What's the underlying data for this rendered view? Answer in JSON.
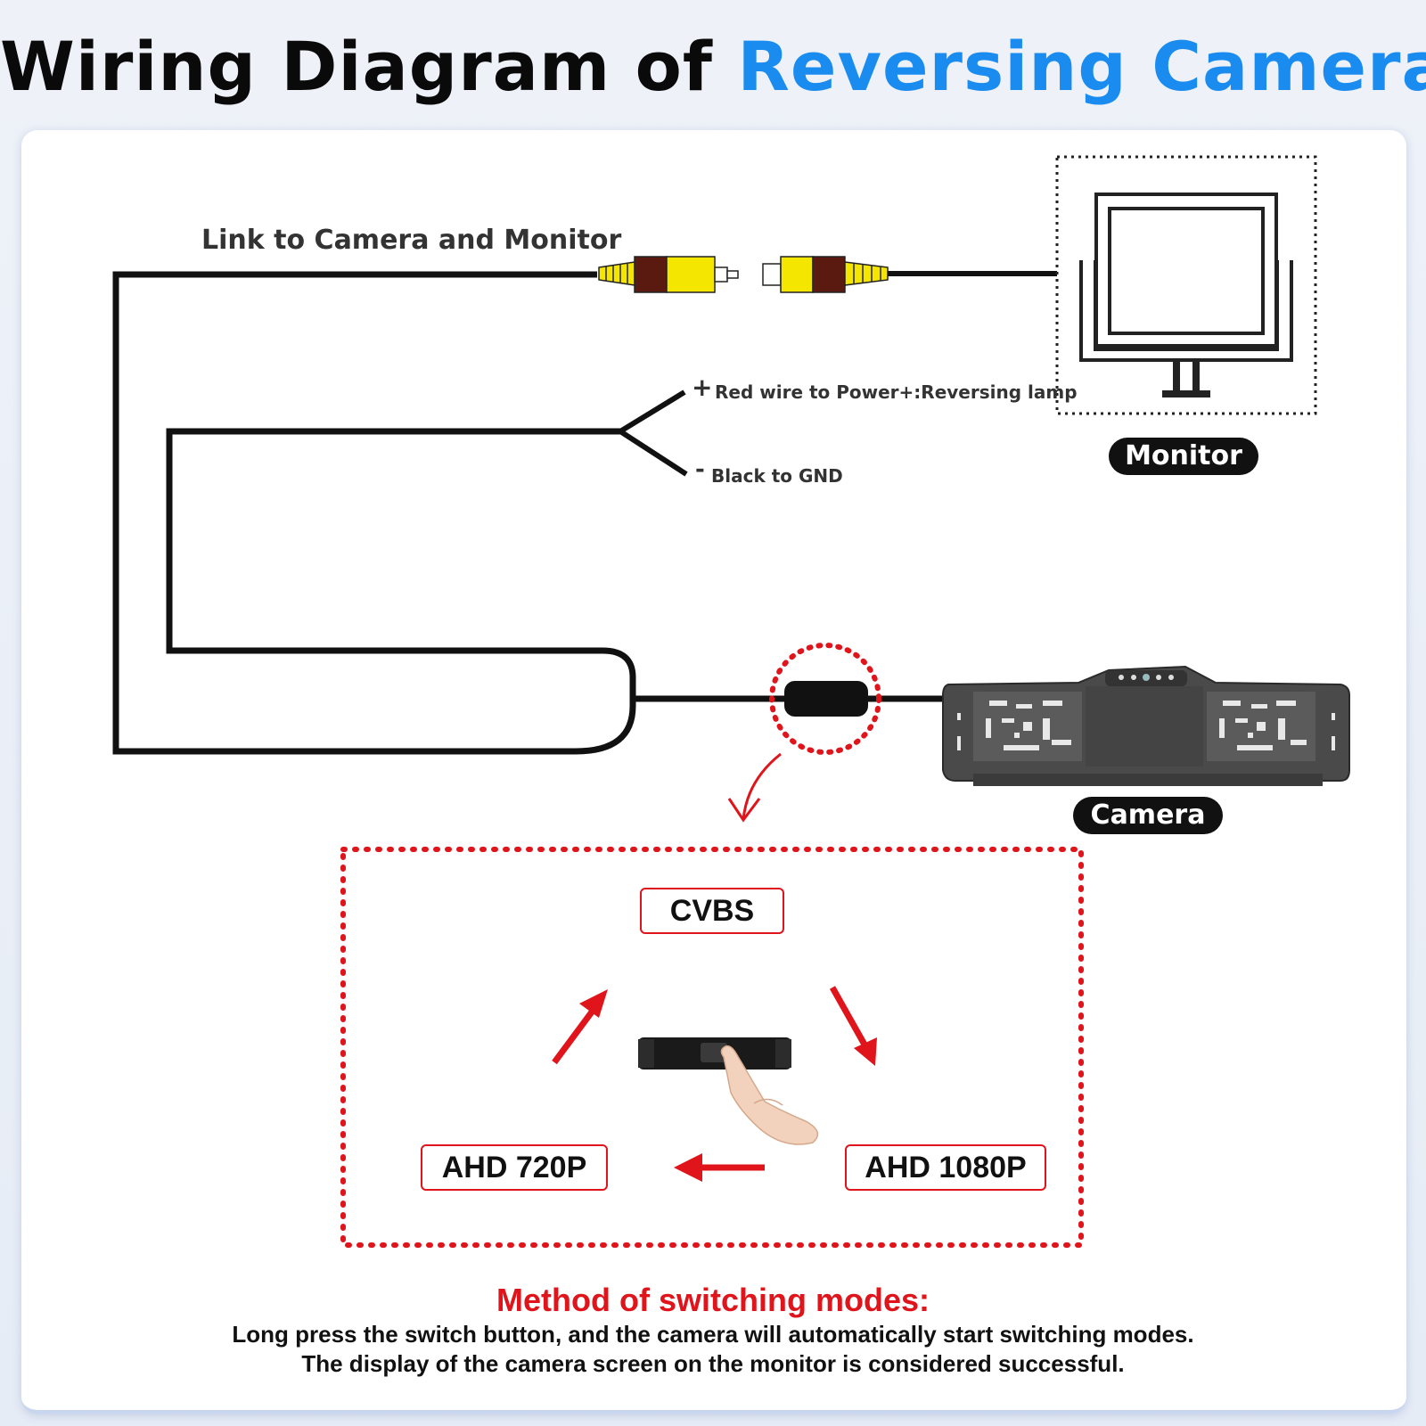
{
  "title": {
    "part1": "Wiring Diagram of",
    "part2": "Reversing Camera"
  },
  "labels": {
    "link": "Link to Camera and Monitor",
    "red_wire": "Red wire to Power+:Reversing lamp",
    "black_wire": "Black to GND",
    "plus_sign": "+",
    "minus_sign": "-",
    "monitor": "Monitor",
    "camera": "Camera"
  },
  "modes": {
    "top": "CVBS",
    "left": "AHD 720P",
    "right": "AHD 1080P"
  },
  "method": {
    "title": "Method of switching modes:",
    "line1": "Long press the switch button, and the camera will automatically start switching modes.",
    "line2": "The display of the camera screen on the monitor is considered successful."
  },
  "colors": {
    "accent_blue": "#1a8cf0",
    "highlight_red": "#e0141b",
    "connector_yellow": "#f5e600",
    "connector_brown": "#5a1a10",
    "wire_black": "#111111"
  }
}
